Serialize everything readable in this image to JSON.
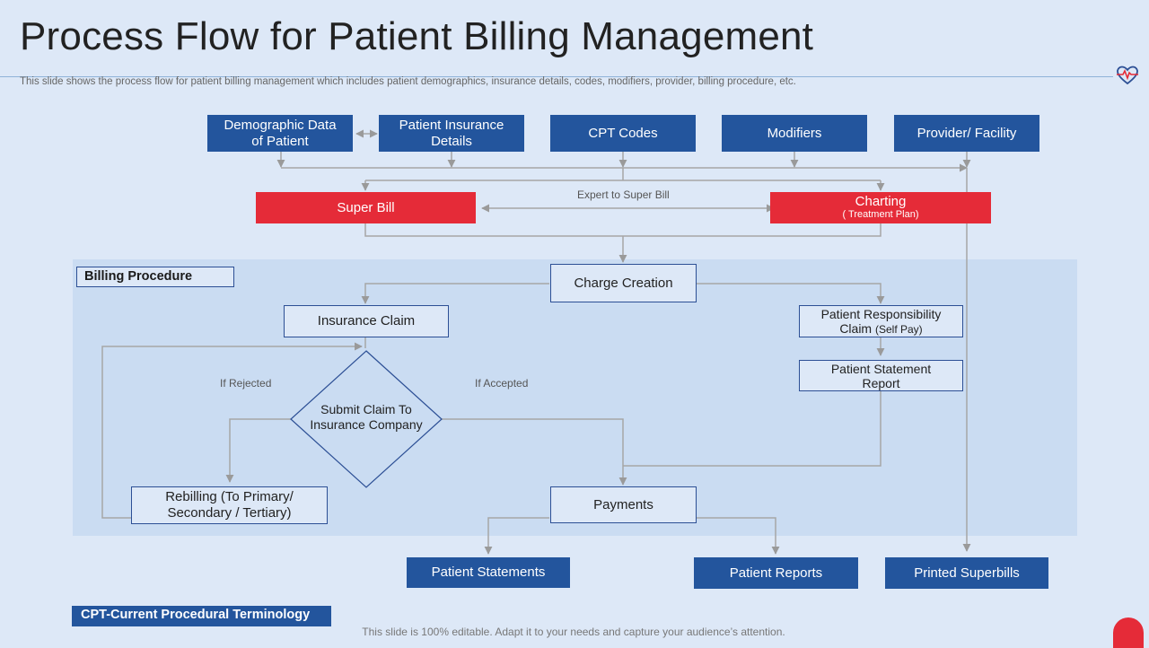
{
  "title": "Process Flow for Patient Billing Management",
  "subtitle": "This slide shows the process flow for patient billing management which includes patient demographics, insurance details, codes, modifiers, provider, billing procedure, etc.",
  "inputs": {
    "demographic": "Demographic Data of Patient",
    "insurance_details": "Patient Insurance Details",
    "cpt_codes": "CPT Codes",
    "modifiers": "Modifiers",
    "provider": "Provider/ Facility"
  },
  "super_bill": "Super Bill",
  "charting": {
    "title": "Charting",
    "sub": "( Treatment Plan)"
  },
  "expert_label": "Expert to Super Bill",
  "billing_procedure_label": "Billing Procedure",
  "charge_creation": "Charge Creation",
  "insurance_claim": "Insurance Claim",
  "patient_responsibility": {
    "line1": "Patient Responsibility",
    "line2": "Claim",
    "sub": "(Self Pay)"
  },
  "patient_statement_report": "Patient Statement Report",
  "if_rejected": "If Rejected",
  "if_accepted": "If Accepted",
  "submit_claim": "Submit Claim To Insurance Company",
  "rebilling": "Rebilling (To Primary/ Secondary / Tertiary)",
  "payments": "Payments",
  "outputs": {
    "patient_statements": "Patient Statements",
    "patient_reports": "Patient Reports",
    "printed_superbills": "Printed Superbills"
  },
  "cpt_note": "CPT-Current Procedural Terminology",
  "footer": "This slide is 100% editable. Adapt it to your needs and capture your audience’s attention.",
  "colors": {
    "blue": "#23559d",
    "red": "#e52b38",
    "background": "#dde8f7",
    "panel": "#cadcf2"
  }
}
